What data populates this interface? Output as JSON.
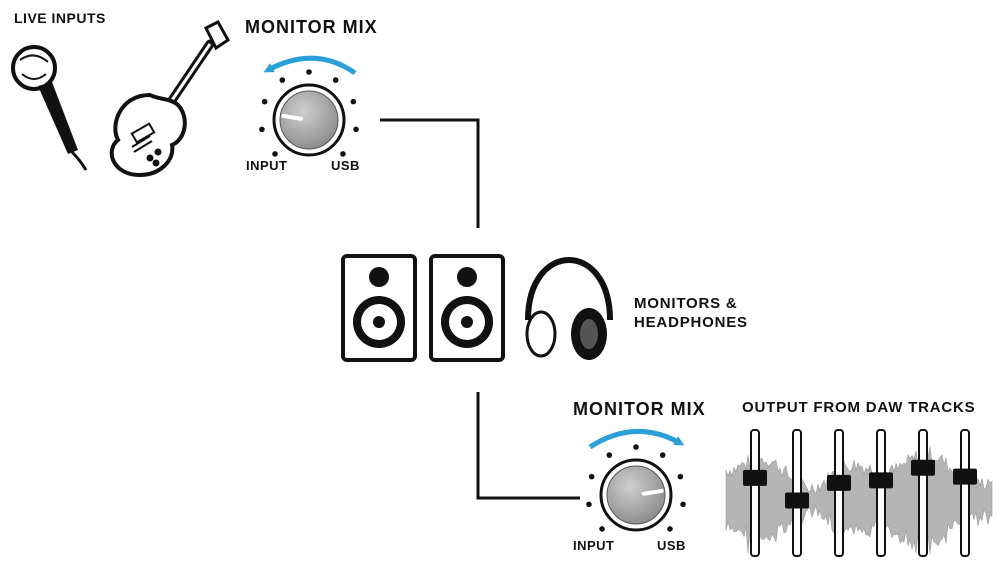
{
  "live_inputs": {
    "title": "LIVE INPUTS"
  },
  "top_mix": {
    "title": "MONITOR MIX",
    "left_label": "INPUT",
    "right_label": "USB",
    "level": 0.2
  },
  "monitors": {
    "line1": "MONITORS &",
    "line2": "HEADPHONES"
  },
  "bottom_mix": {
    "title": "MONITOR MIX",
    "left_label": "INPUT",
    "right_label": "USB",
    "level": 0.8
  },
  "daw": {
    "title": "OUTPUT FROM DAW TRACKS",
    "fader_levels": [
      0.62,
      0.44,
      0.58,
      0.6,
      0.7,
      0.63
    ]
  },
  "colors": {
    "arrow": "#2a9fd8",
    "knob": "#9a9a9a",
    "stroke": "#111111",
    "waveform": "#b5b5b5"
  }
}
